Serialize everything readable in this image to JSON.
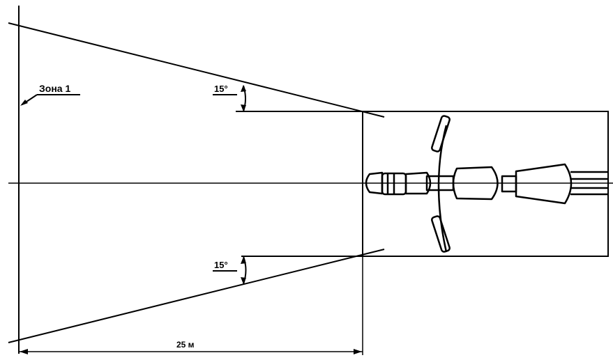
{
  "labels": {
    "zone": "Зона 1",
    "angle_top": "15°",
    "angle_bottom": "15°",
    "distance": "25 м"
  }
}
